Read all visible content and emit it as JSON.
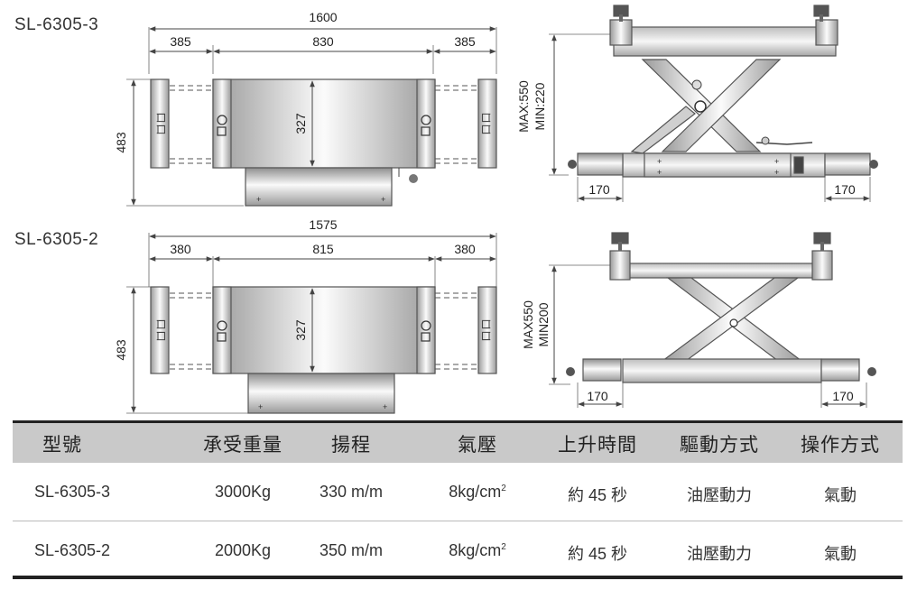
{
  "models": [
    {
      "name": "SL-6305-3",
      "top_view": {
        "total": "1600",
        "left": "385",
        "center": "830",
        "right": "385",
        "depth": "483",
        "inner": "327"
      },
      "side_view": {
        "height": "MAX:550",
        "height2": "MIN:220",
        "left": "170",
        "right": "170"
      }
    },
    {
      "name": "SL-6305-2",
      "top_view": {
        "total": "1575",
        "left": "380",
        "center": "815",
        "right": "380",
        "depth": "483",
        "inner": "327"
      },
      "side_view": {
        "height": "MAX550",
        "height2": "MIN200",
        "left": "170",
        "right": "170"
      }
    }
  ],
  "table": {
    "headers": [
      "型號",
      "承受重量",
      "揚程",
      "氣壓",
      "上升時間",
      "驅動方式",
      "操作方式"
    ],
    "rows": [
      {
        "model": "SL-6305-3",
        "load": "3000Kg",
        "lift": "330 m/m",
        "pressure": "8kg/cm",
        "pressure_sup": "2",
        "time": "約 45 秒",
        "drive": "油壓動力",
        "operation": "氣動"
      },
      {
        "model": "SL-6305-2",
        "load": "2000Kg",
        "lift": "350 m/m",
        "pressure": "8kg/cm",
        "pressure_sup": "2",
        "time": "約 45 秒",
        "drive": "油壓動力",
        "operation": "氣動"
      }
    ]
  },
  "colors": {
    "header_bg": "#c9c9c9",
    "rule": "#222222",
    "metal_light": "#f4f4f4",
    "metal_dark": "#9a9a9a"
  }
}
